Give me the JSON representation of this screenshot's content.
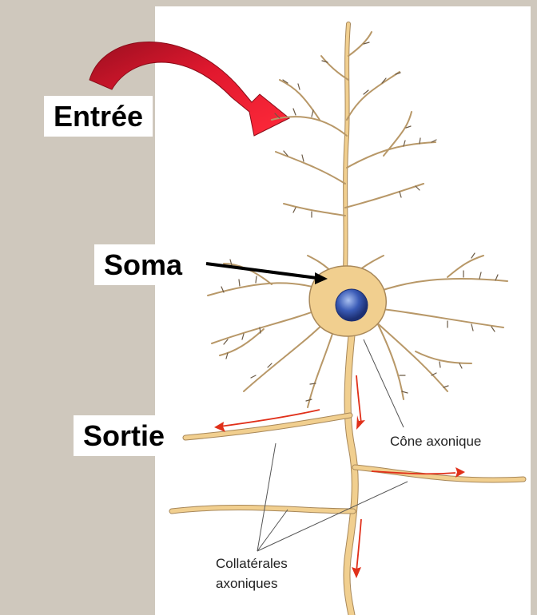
{
  "labels": {
    "input": "Entrée",
    "soma": "Soma",
    "output": "Sortie",
    "axon_hillock": "Cône axonique",
    "collaterals_line1": "Collatérales",
    "collaterals_line2": "axoniques"
  },
  "colors": {
    "background": "#cfc8bd",
    "neuron": "#f1cf8f",
    "neuron_outline": "#a8885a",
    "dendrite_spine": "#6b5a45",
    "nucleus": "#2f4fa8",
    "input_arrow": "#d8142b",
    "signal_arrow": "#e0301a"
  }
}
